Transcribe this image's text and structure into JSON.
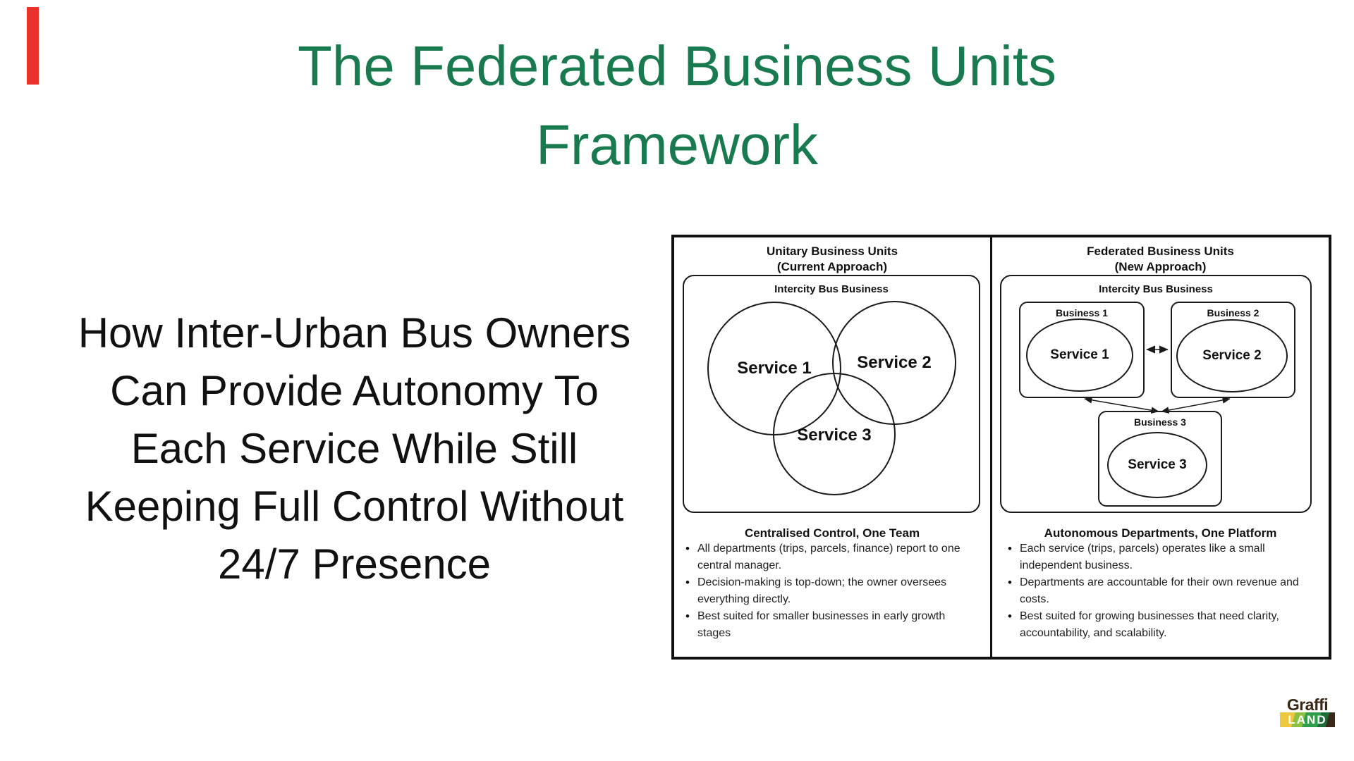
{
  "colors": {
    "accent_red": "#e8322a",
    "title_green": "#1a7a4f",
    "text_black": "#111111",
    "logo_brown": "#3a2817",
    "logo_band_segments": [
      "#edc73e",
      "#8cc043",
      "#2f9e4a",
      "#1c6b38",
      "#39281c"
    ]
  },
  "title": {
    "line1": "The Federated Business Units",
    "line2": "Framework"
  },
  "subtitle": {
    "lines": [
      "How Inter-Urban Bus Owners",
      "Can Provide Autonomy To",
      "Each Service While Still",
      "Keeping Full Control Without",
      "24/7 Presence"
    ]
  },
  "diagram": {
    "left": {
      "header_line1": "Unitary Business Units",
      "header_line2": "(Current Approach)",
      "container_label": "Intercity Bus Business",
      "circles": [
        "Service 1",
        "Service 2",
        "Service 3"
      ],
      "bottom_heading": "Centralised Control, One Team",
      "bullets": [
        "All departments (trips, parcels, finance) report to one central manager.",
        "Decision-making is top-down; the owner oversees everything directly.",
        "Best suited for smaller businesses in early growth stages"
      ]
    },
    "right": {
      "header_line1": "Federated Business Units",
      "header_line2": "(New Approach)",
      "container_label": "Intercity Bus Business",
      "businesses": [
        {
          "label": "Business 1",
          "service": "Service 1"
        },
        {
          "label": "Business 2",
          "service": "Service 2"
        },
        {
          "label": "Business 3",
          "service": "Service 3"
        }
      ],
      "bottom_heading": "Autonomous Departments, One Platform",
      "bullets": [
        "Each service (trips, parcels) operates like a small independent business.",
        "Departments are accountable for their own revenue and costs.",
        "Best suited for growing businesses that need clarity, accountability, and scalability."
      ]
    }
  },
  "logo": {
    "top_text": "Graffi",
    "bottom_text": "LAND"
  }
}
